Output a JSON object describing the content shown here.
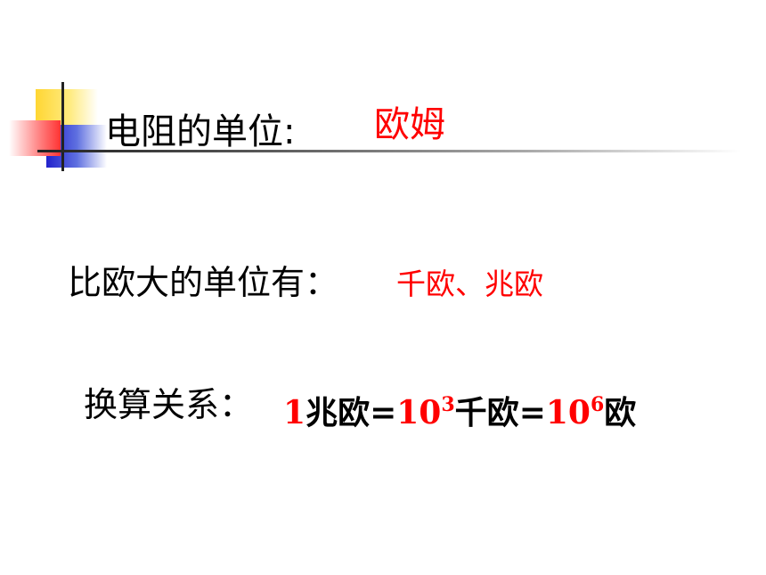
{
  "slide": {
    "title": "电阻的单位:",
    "title_value": "欧姆",
    "larger_units_label": "比欧大的单位有：",
    "larger_units_value": "千欧、兆欧",
    "conversion_label": "换算关系：",
    "formula": {
      "one": "1",
      "mega_ohm": "兆欧",
      "eq1": "=",
      "base1": "10",
      "exp1": "3",
      "kilo_ohm": "千欧",
      "eq2": "=",
      "base2": "10",
      "exp2": "6",
      "ohm": "欧"
    }
  },
  "colors": {
    "accent": "#ff0000",
    "text": "#000000",
    "deco_yellow": "#ffd633",
    "deco_blue": "#2222cc",
    "deco_red": "#ff3333"
  }
}
